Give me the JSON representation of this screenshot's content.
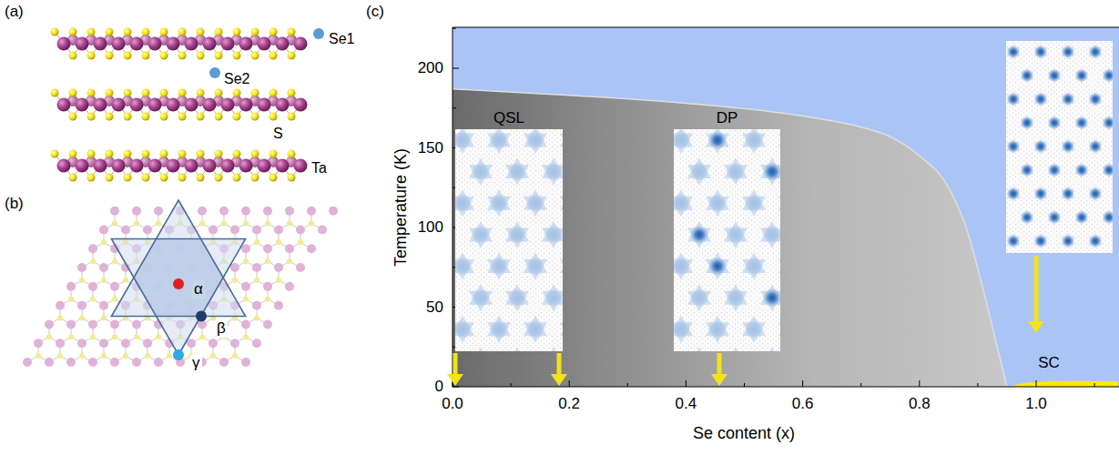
{
  "diagram": {
    "nodes": [
      {
        "text": [
          "QSL"
        ]
      },
      {
        "text": [
          "DP"
        ]
      }
    ],
    "labels": [
      "(a)",
      "Se1",
      "Se2",
      "S",
      "Ta",
      "(b)",
      "α",
      "β",
      "γ",
      "(c)",
      "200",
      "150",
      "100",
      "50",
      "0",
      "0.0",
      "0.2",
      "0.4",
      "0.6",
      "0.8",
      "1.0",
      "Temperature (K)",
      "Se content (x)",
      "SC"
    ]
  }
}
